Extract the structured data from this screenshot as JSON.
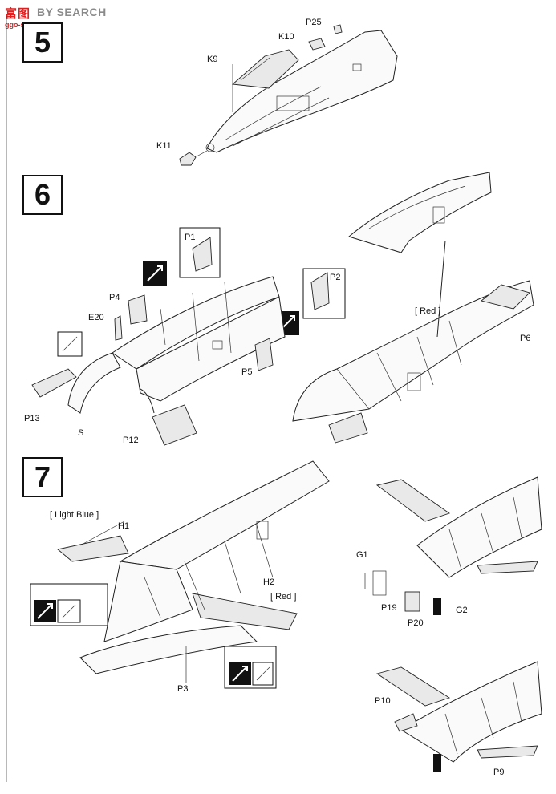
{
  "watermark": {
    "logo_text": "富图",
    "brand_text": "BY SEARCH",
    "url_text": "ggo-shou.com"
  },
  "steps": [
    {
      "number": "5"
    },
    {
      "number": "6"
    },
    {
      "number": "7"
    }
  ],
  "parts": {
    "p25": "P25",
    "k10": "K10",
    "k9": "K9",
    "k11": "K11",
    "p1": "P1",
    "p2": "P2",
    "p4": "P4",
    "e20": "E20",
    "p5": "P5",
    "p6": "P6",
    "p13": "P13",
    "s": "S",
    "p12": "P12",
    "h1": "H1",
    "h2": "H2",
    "p3": "P3",
    "g1": "G1",
    "g2": "G2",
    "p19": "P19",
    "p20": "P20",
    "p10": "P10",
    "p9": "P9"
  },
  "colors_notes": {
    "red_step6": "[ Red ]",
    "light_blue": "[ Light Blue ]",
    "red_step7": "[ Red ]"
  }
}
